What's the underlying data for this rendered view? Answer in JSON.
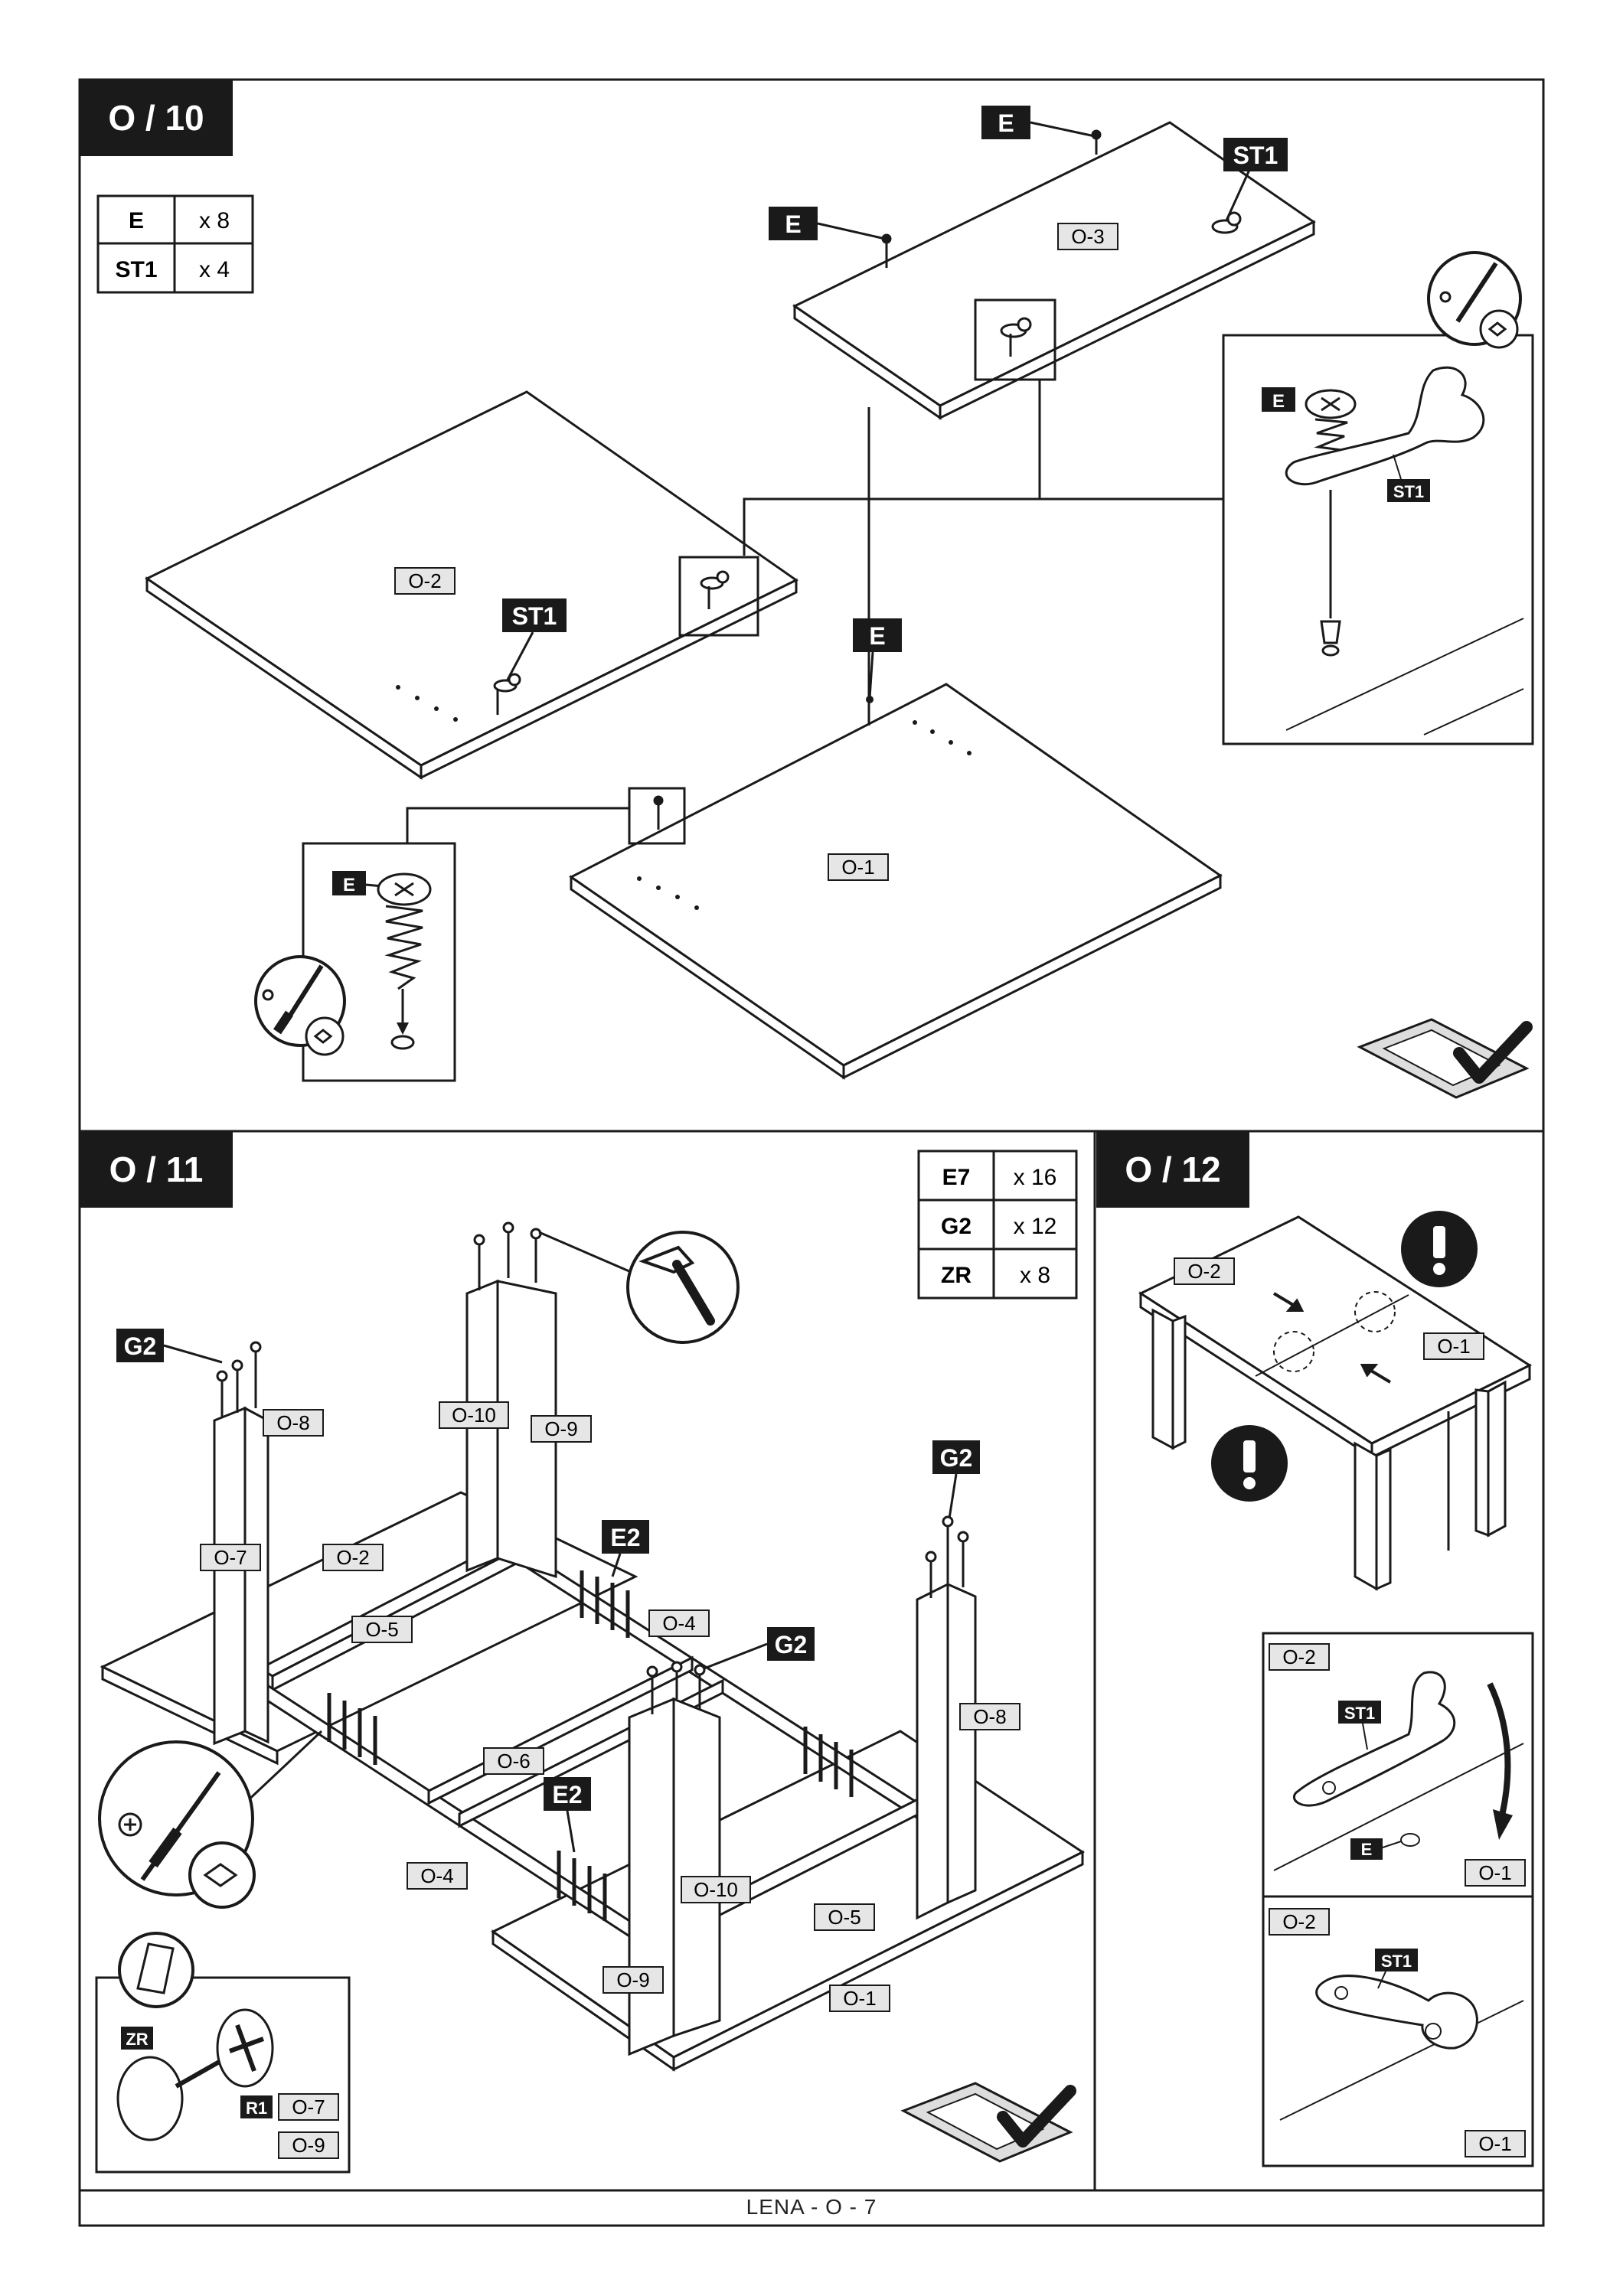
{
  "panels": {
    "p10": {
      "step": "O / 10"
    },
    "p11": {
      "step": "O / 11"
    },
    "p12": {
      "step": "O / 12"
    }
  },
  "parts_tables": {
    "p10": [
      {
        "part": "E",
        "qty": "x 8"
      },
      {
        "part": "ST1",
        "qty": "x 4"
      }
    ],
    "p11": [
      {
        "part": "E7",
        "qty": "x 16"
      },
      {
        "part": "G2",
        "qty": "x 12"
      },
      {
        "part": "ZR",
        "qty": "x 8"
      }
    ]
  },
  "labels": {
    "o1": "O-1",
    "o2": "O-2",
    "o3": "O-3",
    "o4": "O-4",
    "o5": "O-5",
    "o6": "O-6",
    "o7": "O-7",
    "o8": "O-8",
    "o9": "O-9",
    "o10": "O-10",
    "e": "E",
    "st1": "ST1",
    "g2": "G2",
    "e2": "E2",
    "zr": "ZR",
    "r1": "R1"
  },
  "icons": [
    "screwdriver-icon",
    "hammer-icon",
    "check-mark-icon",
    "warning-icon",
    "glove-icon"
  ],
  "colors": {
    "ink": "#1a1a1a",
    "label_fill": "#e6e6e6",
    "tag_fill": "#1a1a1a"
  },
  "footer": {
    "text": "LENA - O - 7"
  }
}
